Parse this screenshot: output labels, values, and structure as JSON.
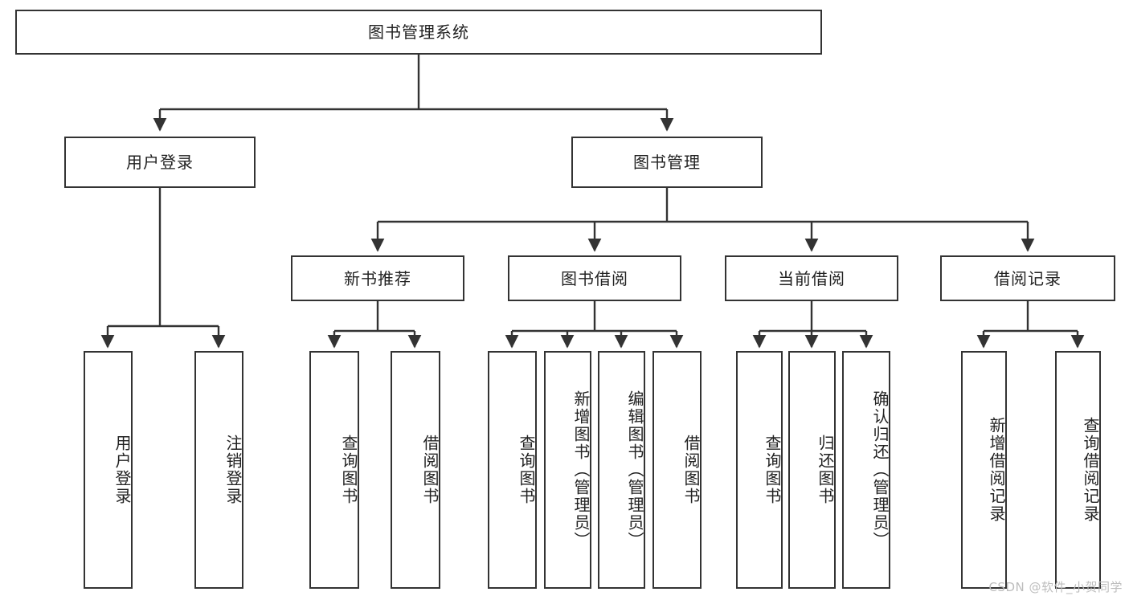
{
  "diagram": {
    "type": "tree-hierarchy",
    "title": "图书管理系统",
    "watermark": "CSDN @软件_小贺同学",
    "colors": {
      "border": "#333333",
      "background": "#ffffff",
      "text": "#222222",
      "watermark": "#bdbdbd"
    },
    "root": {
      "label": "图书管理系统"
    },
    "level1": [
      {
        "label": "用户登录"
      },
      {
        "label": "图书管理"
      }
    ],
    "level2": [
      {
        "label": "新书推荐"
      },
      {
        "label": "图书借阅"
      },
      {
        "label": "当前借阅"
      },
      {
        "label": "借阅记录"
      }
    ],
    "leaves": {
      "user_login": [
        {
          "label": "用户登录"
        },
        {
          "label": "注销登录"
        }
      ],
      "new_book_recommend": [
        {
          "label": "查询图书"
        },
        {
          "label": "借阅图书"
        }
      ],
      "book_borrow": [
        {
          "label": "查询图书"
        },
        {
          "label": "新增图书（管理员）"
        },
        {
          "label": "编辑图书（管理员）"
        },
        {
          "label": "借阅图书"
        }
      ],
      "current_borrow": [
        {
          "label": "查询图书"
        },
        {
          "label": "归还图书"
        },
        {
          "label": "确认归还（管理员）"
        }
      ],
      "borrow_record": [
        {
          "label": "新增借阅记录"
        },
        {
          "label": "查询借阅记录"
        }
      ]
    }
  }
}
